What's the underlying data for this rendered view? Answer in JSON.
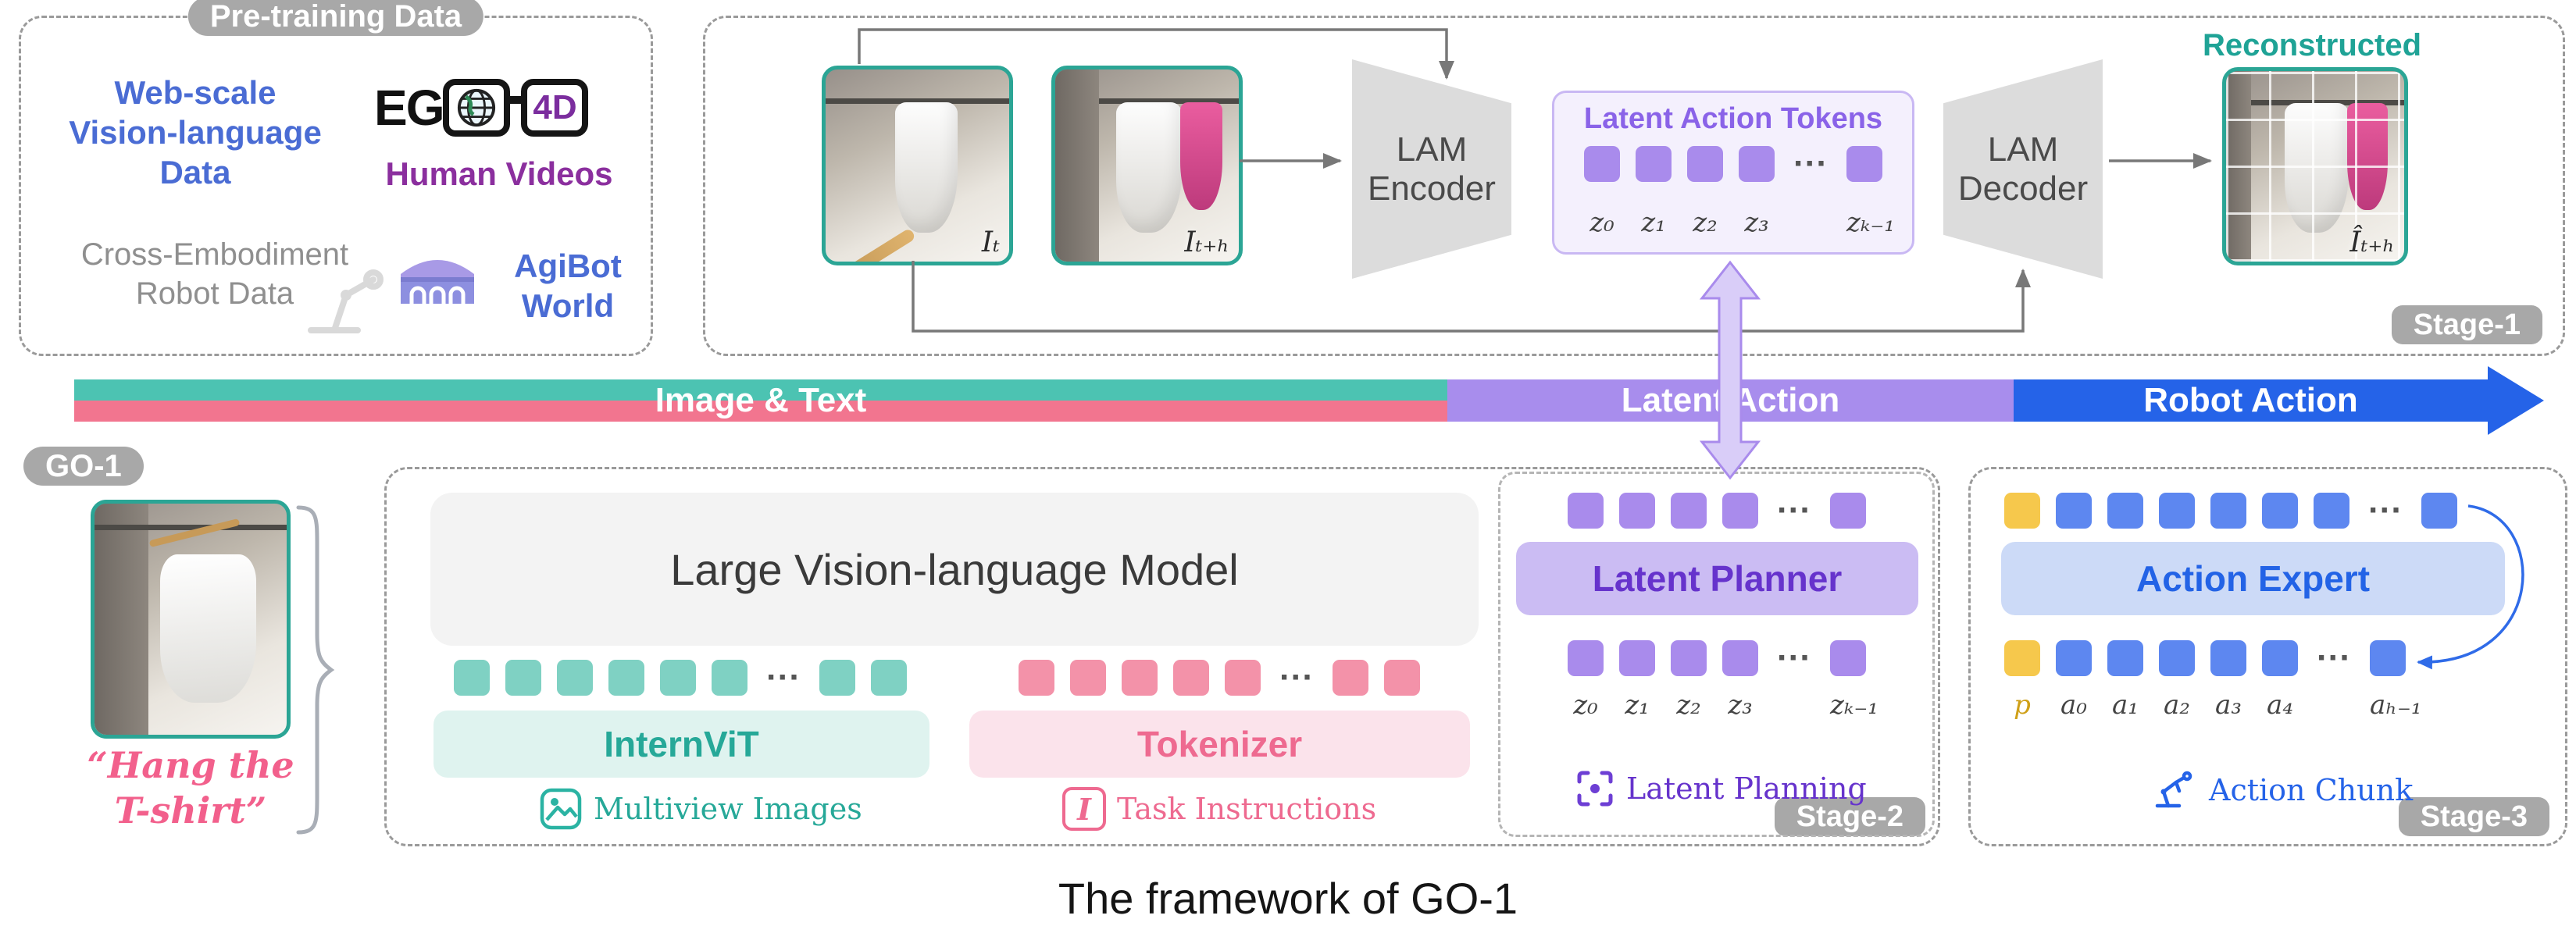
{
  "dots": "···",
  "colors": {
    "teal": "#2ba595",
    "pink": "#f2758f",
    "purple": "#a88ded",
    "blue": "#2563e8",
    "yellow": "#f6c84c",
    "badge_gray": "#a8a8a8"
  },
  "pretraining": {
    "title": "Pre-training Data",
    "web_scale": "Web-scale\nVision-language\nData",
    "ego_prefix": "EG",
    "ego_suffix": "4D",
    "human_videos": "Human Videos",
    "cross_embodiment": "Cross-Embodiment\nRobot Data",
    "agibot": "AgiBot\nWorld"
  },
  "stage1": {
    "img_t_label": "Iₜ",
    "img_th_label": "Iₜ₊ₕ",
    "encoder_label": "LAM\nEncoder",
    "decoder_label": "LAM\nDecoder",
    "latent_tokens_title": "Latent Action Tokens",
    "z_labels": [
      "z₀",
      "z₁",
      "z₂",
      "z₃",
      "zₖ₋₁"
    ],
    "reconstructed_label": "Reconstructed",
    "recon_img_label": "Îₜ₊ₕ",
    "badge": "Stage-1"
  },
  "flowbar": {
    "image_text": "Image & Text",
    "latent_action": "Latent Action",
    "robot_action": "Robot Action"
  },
  "go1": {
    "badge": "GO-1",
    "instruction": "“Hang the\nT-shirt”",
    "lvlm_label": "Large Vision-language Model",
    "internvit_label": "InternViT",
    "tokenizer_label": "Tokenizer",
    "multiview_label": "Multiview Images",
    "instruction_icon": "I",
    "task_instructions_label": "Task Instructions",
    "latent_planner_label": "Latent Planner",
    "latent_planning_label": "Latent Planning",
    "z_labels": [
      "z₀",
      "z₁",
      "z₂",
      "z₃",
      "zₖ₋₁"
    ],
    "stage2_badge": "Stage-2"
  },
  "stage3": {
    "action_expert_label": "Action Expert",
    "token_labels": [
      "p",
      "a₀",
      "a₁",
      "a₂",
      "a₃",
      "a₄",
      "aₕ₋₁"
    ],
    "action_chunk_label": "Action Chunk",
    "badge": "Stage-3"
  },
  "caption": "The framework of GO-1"
}
